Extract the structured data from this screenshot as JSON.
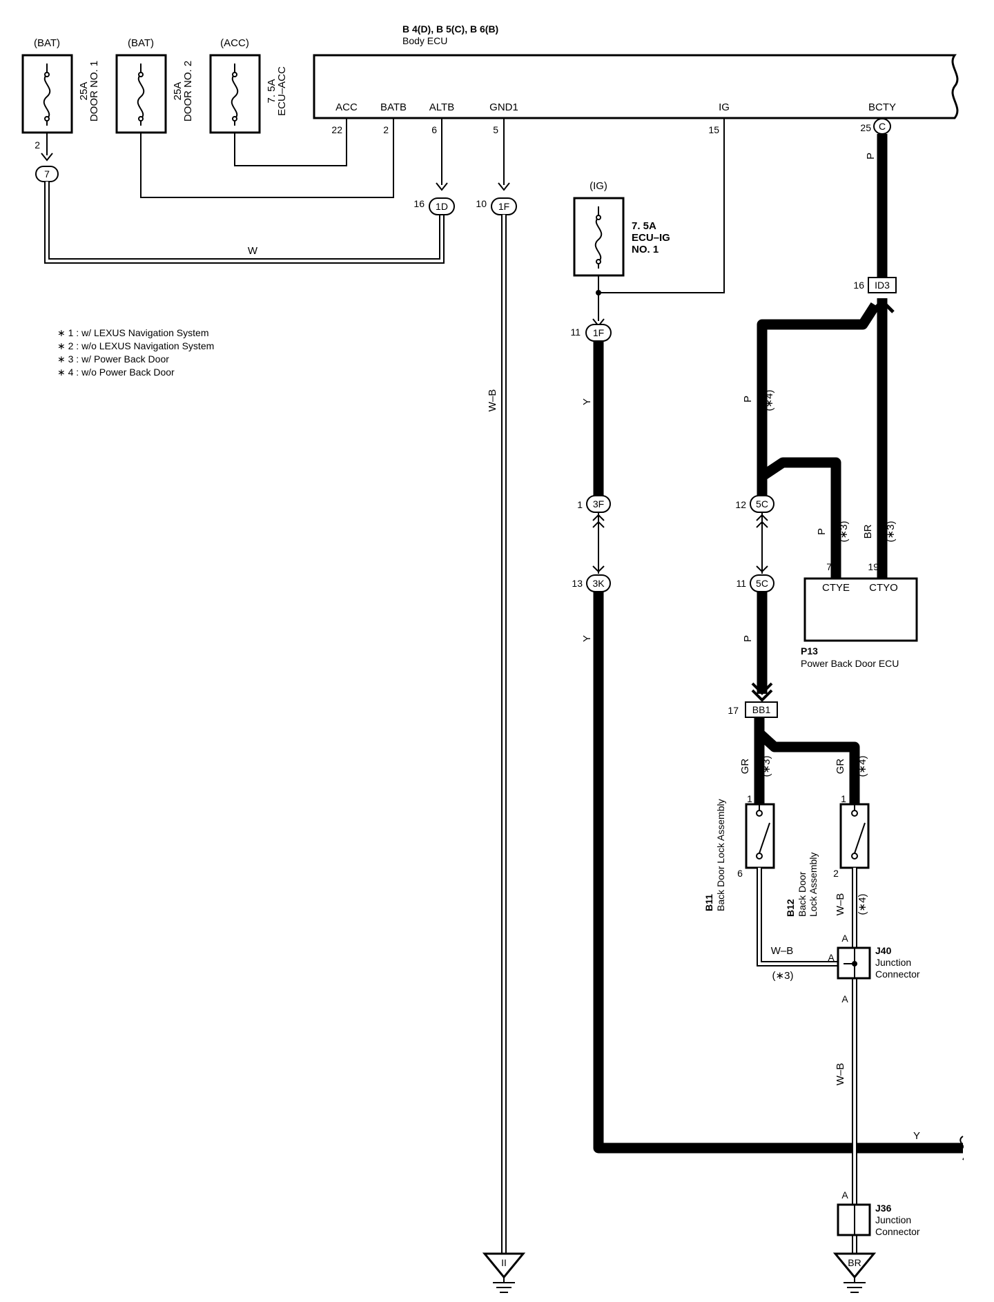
{
  "fuses": {
    "door1": {
      "source": "(BAT)",
      "rating": "25A",
      "name": "DOOR NO. 1"
    },
    "door2": {
      "source": "(BAT)",
      "rating": "25A",
      "name": "DOOR NO. 2"
    },
    "ecu_acc": {
      "source": "(ACC)",
      "rating": "7. 5A",
      "name": "ECU–ACC"
    },
    "ecu_ig": {
      "source": "(IG)",
      "rating": "7. 5A",
      "name": "ECU–IG",
      "name2": "NO. 1"
    }
  },
  "body_ecu": {
    "code": "B 4(D), B 5(C), B 6(B)",
    "name": "Body ECU",
    "terminals": {
      "acc": {
        "label": "ACC",
        "pin": "22"
      },
      "batb": {
        "label": "BATB",
        "pin": "2"
      },
      "altb": {
        "label": "ALTB",
        "pin": "6"
      },
      "gnd1": {
        "label": "GND1",
        "pin": "5"
      },
      "ig": {
        "label": "IG",
        "pin": "15"
      },
      "bcty": {
        "label": "BCTY",
        "pin": "25",
        "conn": "C"
      }
    }
  },
  "connectors": {
    "c7": {
      "pin": "2",
      "id": "7"
    },
    "c1D": {
      "pin": "16",
      "id": "1D"
    },
    "c1F_gnd": {
      "pin": "10",
      "id": "1F"
    },
    "c1F_ig": {
      "pin": "11",
      "id": "1F"
    },
    "c3F": {
      "pin": "1",
      "id": "3F"
    },
    "c3K": {
      "pin": "13",
      "id": "3K"
    },
    "cID3": {
      "pin": "16",
      "id": "ID3"
    },
    "c5C_a": {
      "pin": "12",
      "id": "5C"
    },
    "c5C_b": {
      "pin": "11",
      "id": "5C"
    },
    "cBB1": {
      "pin": "17",
      "id": "BB1"
    }
  },
  "wires": {
    "w": "W",
    "wb": "W–B",
    "y": "Y",
    "p": "P",
    "br": "BR",
    "gr": "GR",
    "n3": "(∗3)",
    "n4": "(∗4)"
  },
  "legend": [
    "∗ 1 : w/ LEXUS Navigation System",
    "∗ 2 : w/o LEXUS Navigation System",
    "∗ 3 : w/ Power Back Door",
    "∗ 4 : w/o Power Back Door"
  ],
  "p13": {
    "code": "P13",
    "name": "Power Back Door ECU",
    "ctye": {
      "label": "CTYE",
      "pin": "7"
    },
    "ctyo": {
      "label": "CTYO",
      "pin": "19"
    }
  },
  "b11": {
    "code": "B11",
    "name": "Back Door Lock Assembly",
    "pin_top": "1",
    "pin_bot": "6"
  },
  "b12": {
    "code": "B12",
    "name1": "Back Door",
    "name2": "Lock Assembly",
    "pin_top": "1",
    "pin_bot": "2"
  },
  "j40": {
    "code": "J40",
    "name1": "Junction",
    "name2": "Connector",
    "pin": "A"
  },
  "j36": {
    "code": "J36",
    "name1": "Junction",
    "name2": "Connector",
    "pin": "A"
  },
  "grounds": {
    "g1": "II",
    "g2": "BR"
  }
}
